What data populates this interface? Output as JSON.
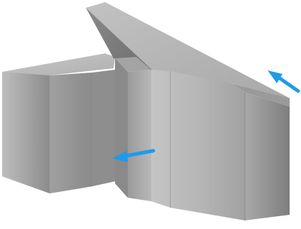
{
  "figure": {
    "subject": "3D block model",
    "arrows": [
      {
        "name": "direction-arrow-upper-right",
        "color": "#1e9be8",
        "icon": "arrow-left-icon"
      },
      {
        "name": "direction-arrow-center",
        "color": "#1e9be8",
        "icon": "arrow-left-icon"
      }
    ]
  },
  "colors": {
    "background": "#ffffff",
    "surface_light": "#c4c4c4",
    "surface_mid": "#a6a6a6",
    "surface_dark": "#848484",
    "arrow": "#1e9be8"
  }
}
